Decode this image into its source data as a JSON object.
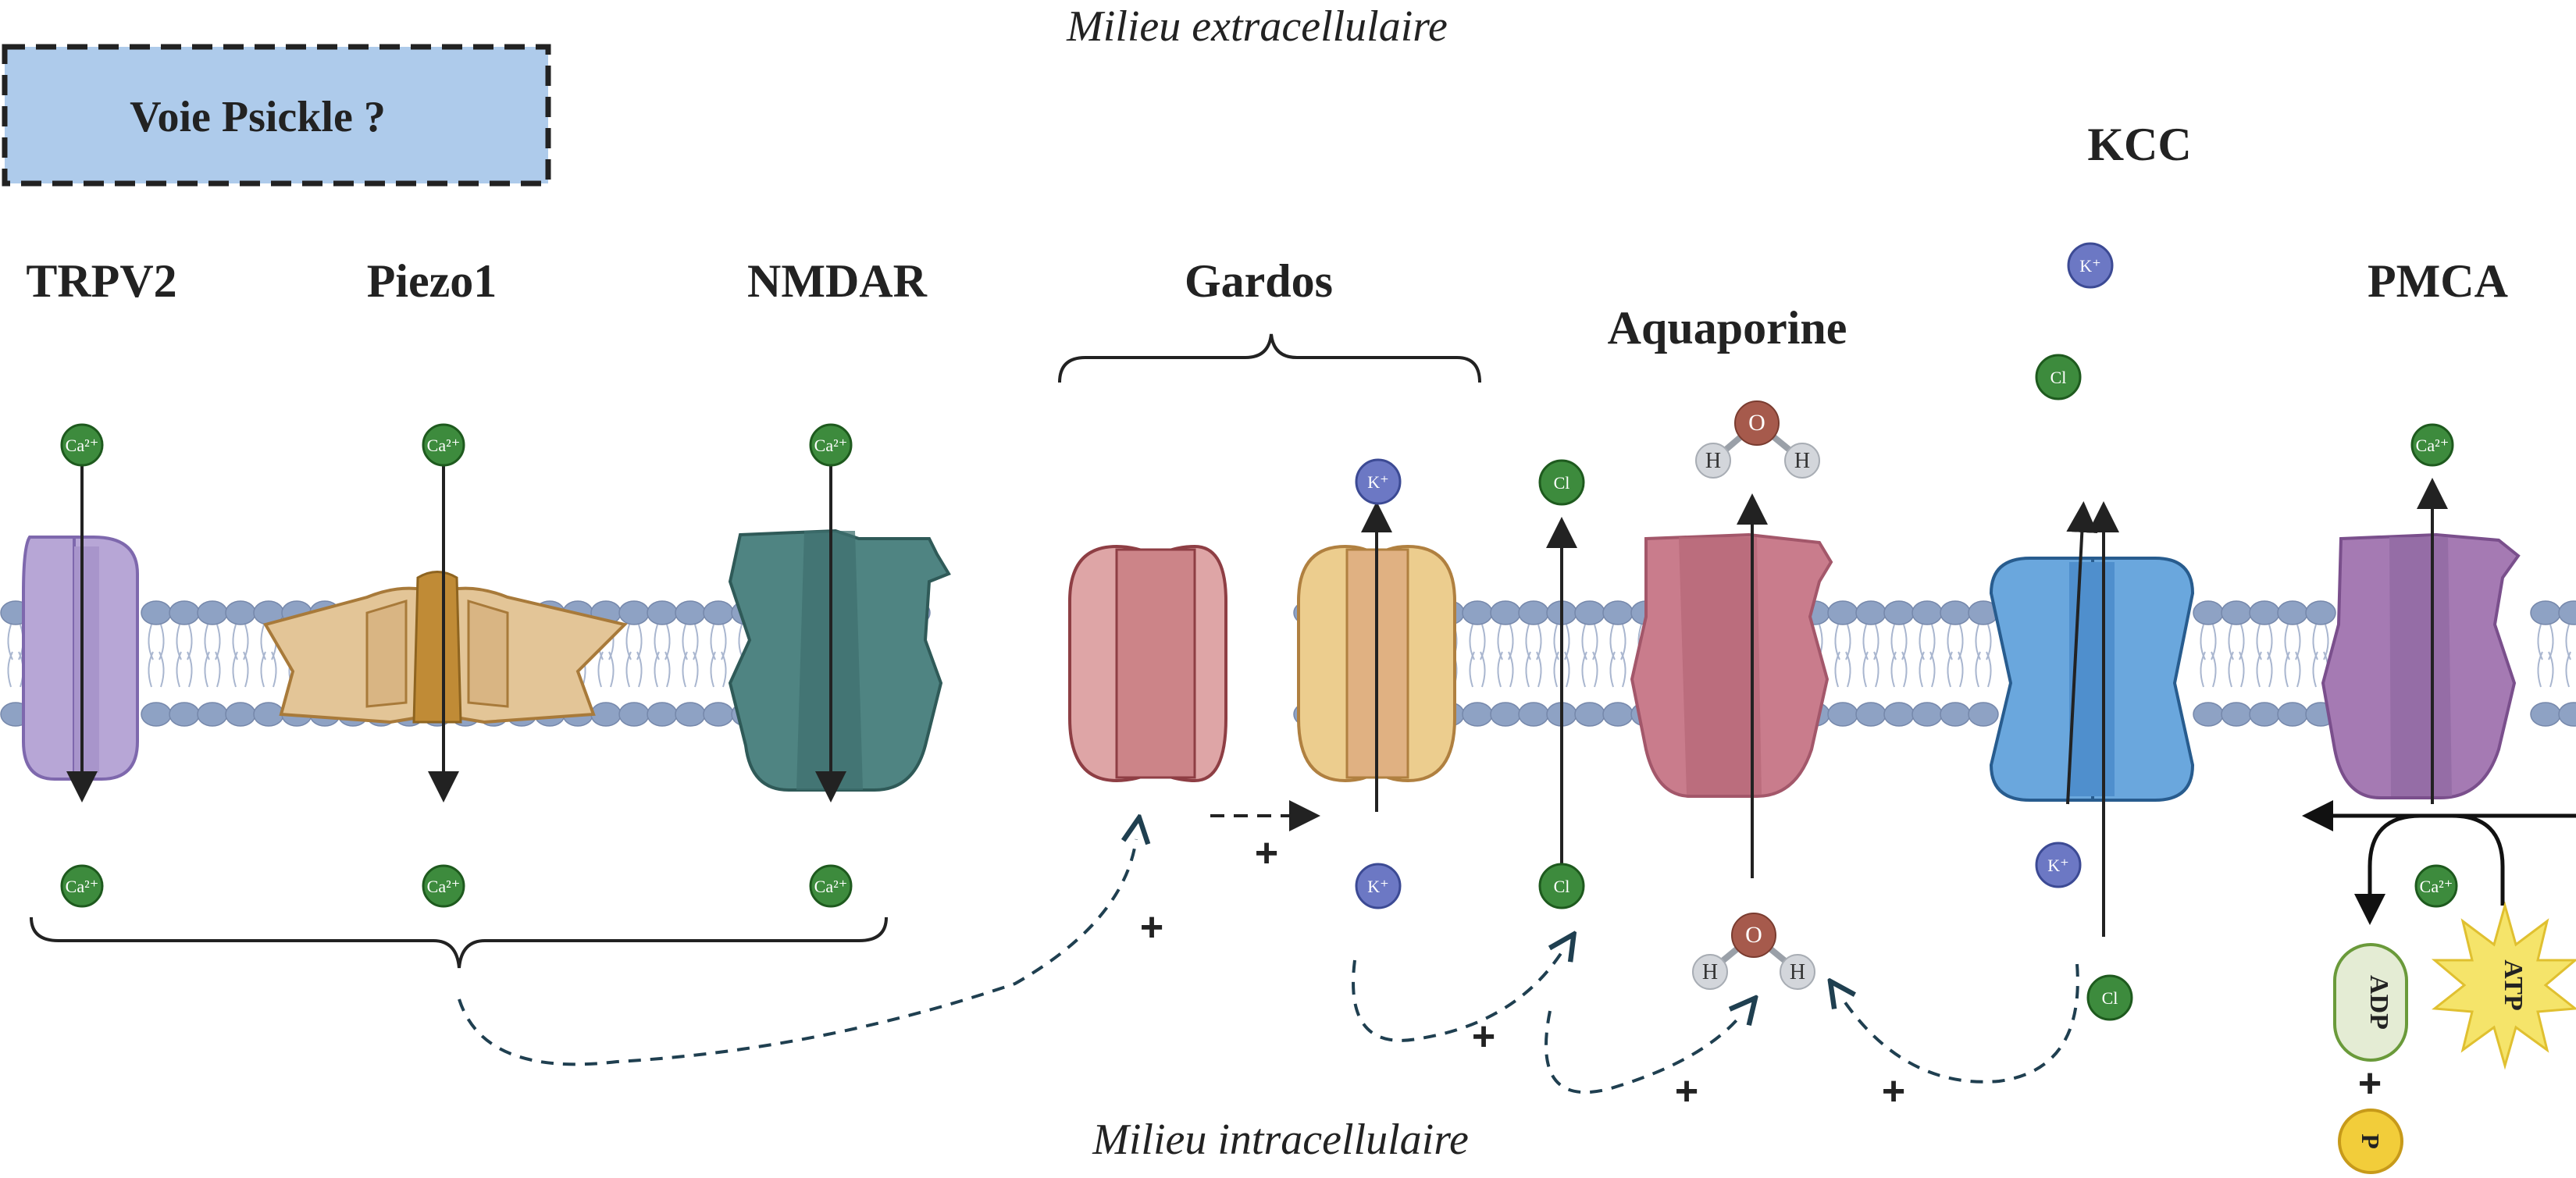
{
  "milieu": {
    "extra": "Milieu extracellulaire",
    "intra": "Milieu intracellulaire"
  },
  "pathway": {
    "label": "Voie Psickle ?"
  },
  "channels": {
    "trpv2": "TRPV2",
    "piezo1": "Piezo1",
    "nmdar": "NMDAR",
    "gardos": "Gardos",
    "aquaporine": "Aquaporine",
    "kcc": "KCC",
    "pmca": "PMCA"
  },
  "ions": {
    "ca": "Ca²⁺",
    "k": "K⁺",
    "cl": "Cl",
    "o": "O",
    "h": "H"
  },
  "energy": {
    "adp": "ADP",
    "atp": "ATP",
    "p": "P"
  },
  "plus_sign": "+",
  "colors": {
    "membrane_head": "#8ea2c4",
    "calcium": "#3d8b3d",
    "potassium": "#6c78c4",
    "chloride": "#3d8b3d",
    "oxygen": "#a65a4c",
    "hydrogen": "#d3d6db",
    "trpv2": "#b7a6d6",
    "piezo1": "#e3c597",
    "nmdar": "#4a7f7e",
    "gardos_left": "#dea5a6",
    "gardos_right": "#eccd8e",
    "aquaporine": "#c97c8c",
    "kcc": "#6aa7dd",
    "pmca": "#a57ab3",
    "pathway_box": "#aecbeb",
    "atp": "#f5e46a",
    "adp": "#e4ecd4",
    "phosphate": "#f2cd3a"
  }
}
